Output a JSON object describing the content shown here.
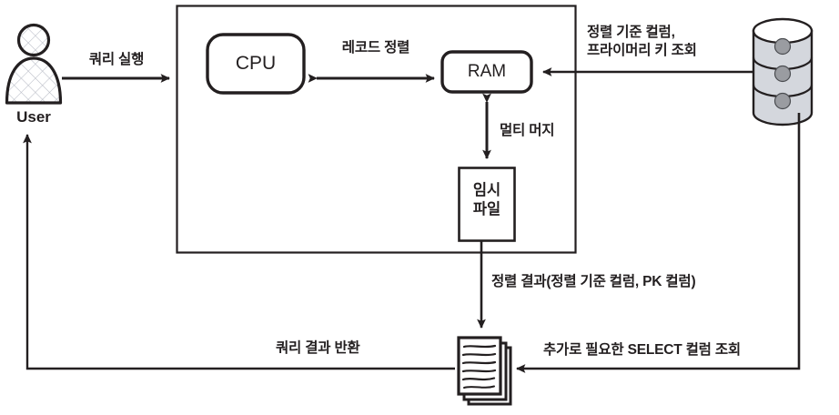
{
  "diagram": {
    "title": "Database sort query flow diagram",
    "type": "flow-diagram",
    "colors": {
      "stroke": "#231f20",
      "text": "#231f20",
      "background": "#ffffff",
      "cylinder_fill": "#d4d7dd",
      "cylinder_dot": "#9a9ca1",
      "user_hatch": "#b9bcc6"
    },
    "nodes": {
      "user": {
        "caption": "User",
        "icon": "user-person-icon"
      },
      "server_box": {
        "icon": "server-container-box"
      },
      "cpu": {
        "label": "CPU",
        "shape": "rounded-rect"
      },
      "ram": {
        "label": "RAM",
        "shape": "rounded-rect"
      },
      "temp_file": {
        "label_line1": "임시",
        "label_line2": "파일",
        "shape": "rect"
      },
      "database": {
        "icon": "database-cylinder-icon",
        "sections": 3
      },
      "result_docs": {
        "icon": "document-stack-icon",
        "pages": 3
      }
    },
    "edges": [
      {
        "id": "user-to-server",
        "label": "쿼리 실행",
        "direction": "right"
      },
      {
        "id": "cpu-ram",
        "label": "레코드 정렬",
        "direction": "both"
      },
      {
        "id": "db-to-ram",
        "label_line1": "정렬 기준 컬럼,",
        "label_line2": "프라이머리 키 조회",
        "direction": "left"
      },
      {
        "id": "ram-tempfile",
        "label": "멀티 머지",
        "direction": "both"
      },
      {
        "id": "server-to-docs",
        "label": "정렬 결과(정렬 기준 컬럼, PK 컬럼)",
        "direction": "down"
      },
      {
        "id": "db-to-docs",
        "label": "추가로 필요한 SELECT 컬럼 조회",
        "direction": "left"
      },
      {
        "id": "docs-to-user",
        "label": "쿼리 결과 반환",
        "direction": "left-up"
      }
    ]
  }
}
